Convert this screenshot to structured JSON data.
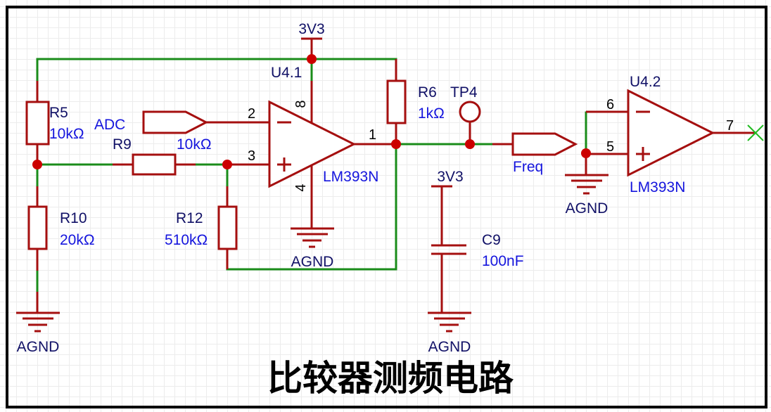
{
  "title": "比较器测频电路",
  "colors": {
    "wire": "#1a8c1a",
    "component": "#a50f0f",
    "junction": "#cc0000",
    "designator": "#101066",
    "value": "#1515dd",
    "no_connect": "#22bb22"
  },
  "power": {
    "vcc_top": "3V3",
    "vcc_c9": "3V3"
  },
  "grounds": {
    "gnd_r10": "AGND",
    "gnd_u41": "AGND",
    "gnd_c9": "AGND",
    "gnd_u42": "AGND"
  },
  "components": {
    "r5": {
      "designator": "R5",
      "value": "10kΩ"
    },
    "r9": {
      "designator": "R9",
      "value": "10kΩ"
    },
    "r10": {
      "designator": "R10",
      "value": "20kΩ"
    },
    "r12": {
      "designator": "R12",
      "value": "510kΩ"
    },
    "r6": {
      "designator": "R6",
      "value": "1kΩ"
    },
    "c9": {
      "designator": "C9",
      "value": "100nF"
    },
    "tp4": {
      "designator": "TP4"
    },
    "u41": {
      "designator": "U4.1",
      "value": "LM393N",
      "pins": {
        "inv": "2",
        "noninv": "3",
        "out": "1",
        "vcc": "8",
        "gnd": "4"
      }
    },
    "u42": {
      "designator": "U4.2",
      "value": "LM393N",
      "pins": {
        "inv": "6",
        "noninv": "5",
        "out": "7"
      }
    }
  },
  "net_ports": {
    "adc": "ADC",
    "freq": "Freq"
  },
  "symbols": {
    "minus": "−",
    "plus": "+"
  }
}
